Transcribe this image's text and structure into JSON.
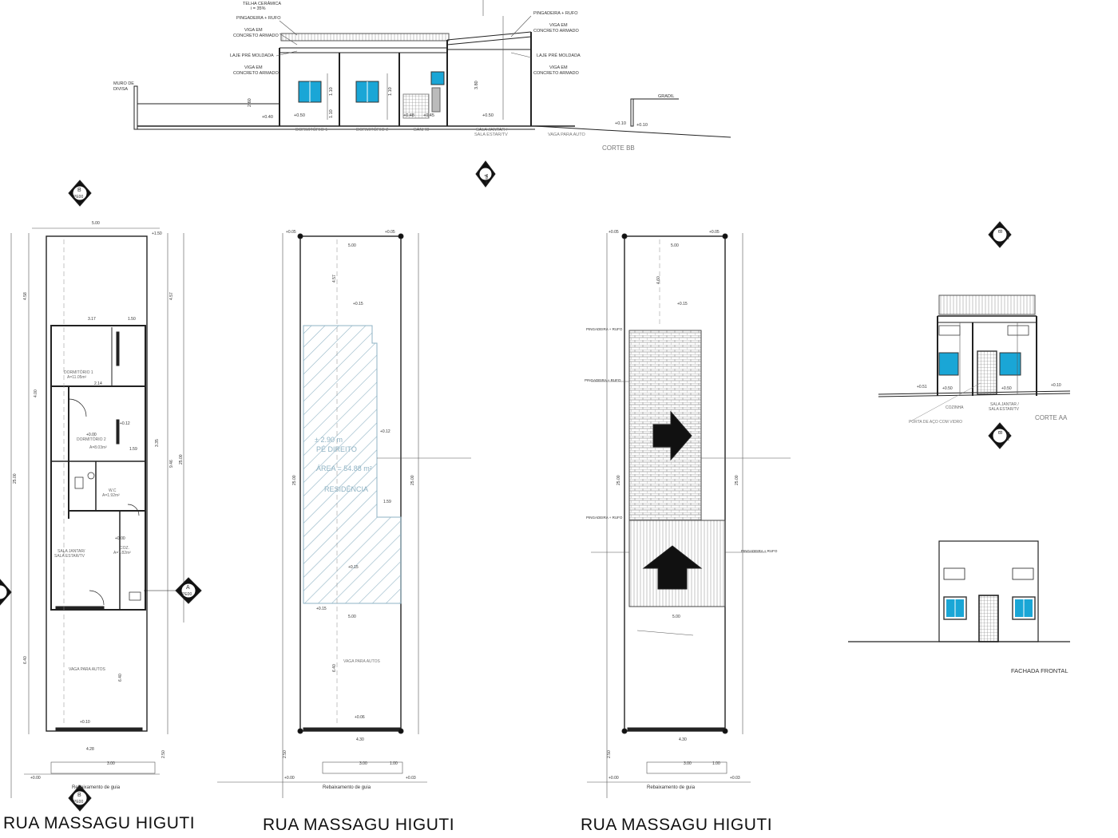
{
  "streets": [
    "RUA MASSAGU HIGUTI",
    "RUA MASSAGU HIGUTI",
    "RUA MASSAGU HIGUTI"
  ],
  "section_bb": {
    "title": "CORTE BB",
    "notes_left": [
      "TELHA CERÂMICA",
      "i = 35%",
      "PINGADEIRA + RUFO",
      "VIGA EM",
      "CONCRETO ARMADO",
      "LAJE PRÉ MOLDADA",
      "VIGA EM",
      "CONCRETO ARMADO"
    ],
    "notes_right": [
      "PINGADEIRA + RUFO",
      "VIGA EM",
      "CONCRETO ARMADO",
      "LAJE PRÉ MOLDADA",
      "VIGA EM",
      "CONCRETO ARMADO"
    ],
    "wall_label": [
      "MURO DE",
      "DIVISA"
    ],
    "grid_label": "GRADIL",
    "rooms": [
      "DORMITÓRIO 1",
      "DORMITÓRIO 2",
      "BANHO",
      "SALA JANTAR /",
      "SALA ESTAR/TV",
      "VAGA PARA AUTO"
    ],
    "levels": [
      "+0.40",
      "+0.50",
      "+0.48",
      "+0.45",
      "+0.50",
      "+0.10",
      "+0.10"
    ],
    "dims": [
      "2.60",
      "3.80",
      "1.10",
      "1.10",
      "1.10"
    ],
    "cut_marker": "A",
    "cut_sheet": "PE00"
  },
  "plan1": {
    "markers": {
      "b_top": "B",
      "b_bottom": "B",
      "a_left": "A",
      "a_right": "A",
      "sheet": "PE00"
    },
    "rooms": [
      {
        "name": "DORMITÓRIO 1",
        "area": "A=11.05m²"
      },
      {
        "name": "DORMITÓRIO 2",
        "area": "A=8.03m²"
      },
      {
        "name": "W.C",
        "area": "A=1.92m²"
      },
      {
        "name": "SALA JANTAR/",
        "area": "SALA ESTAR/TV"
      },
      {
        "name": "COZ.",
        "area": "A=7.82m²"
      },
      {
        "name": "VAGA PARA AUTOS",
        "area": ""
      }
    ],
    "dims": [
      "5.00",
      "3.17",
      "1.50",
      "2.14",
      "1.59",
      "4.58",
      "4.57",
      "4.00",
      "3.35",
      "9.46",
      "25.00",
      "25.00",
      "6.40",
      "6.40",
      "4.28",
      "3.00",
      "2.50"
    ],
    "levels": [
      "+1.50",
      "+0.12",
      "+0.00",
      "+0.00",
      "+0.10",
      "+0.00"
    ],
    "curb": "Rebaixamento de guia"
  },
  "plan2": {
    "labels": [
      "± 2.90 m",
      "PÉ DIREITO",
      "ÁREA = 54.88 m²",
      "RESIDÊNCIA",
      "VAGA PARA AUTOS"
    ],
    "dims": [
      "5.00",
      "4.57",
      "25.00",
      "25.00",
      "1.59",
      "5.00",
      "6.40",
      "4.30",
      "3.00",
      "1.00",
      "2.50"
    ],
    "levels": [
      "+0.05",
      "+0.05",
      "+0.15",
      "+0.12",
      "+0.15",
      "+0.15",
      "+0.06",
      "+0.00",
      "+0.03"
    ],
    "curb": "Rebaixamento de guia"
  },
  "plan3": {
    "labels": [
      "PINGADEIRA + RUFO",
      "PINGADEIRA + RUFO",
      "PINGADEIRA + RUFO",
      "PINGADEIRA + RUFO"
    ],
    "dims": [
      "5.00",
      "4.60",
      "25.00",
      "25.00",
      "5.00",
      "4.30",
      "3.00",
      "1.00",
      "2.50"
    ],
    "levels": [
      "+0.05",
      "+0.05",
      "+0.15",
      "+0.00",
      "+0.03"
    ],
    "curb": "Rebaixamento de guia"
  },
  "section_aa": {
    "title": "CORTE AA",
    "rooms": [
      "COZINHA",
      "SALA JANTAR /",
      "SALA ESTAR/TV"
    ],
    "door_note": "PORTA DE AÇO COM VIDRO",
    "levels": [
      "+0.51",
      "+0.50",
      "+0.50",
      "+0.10"
    ],
    "marker": "B",
    "sheet": "PE00"
  },
  "facade": {
    "title": "FACHADA FRONTAL"
  },
  "colors": {
    "line": "#222222",
    "hatch": "#8fb3c4",
    "glass": "#1aa6d6",
    "dim": "#555555"
  }
}
